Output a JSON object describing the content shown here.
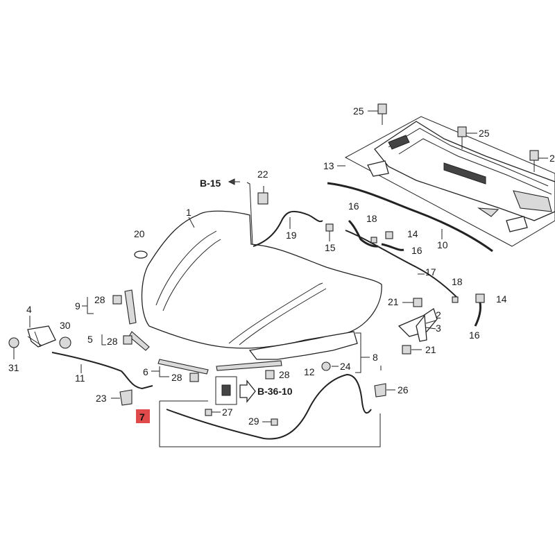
{
  "colors": {
    "highlight": "#e04a4a",
    "line": "#222222"
  },
  "labels": {
    "n1": "1",
    "n2": "2",
    "n3": "3",
    "n4": "4",
    "n5": "5",
    "n6": "6",
    "n7": "7",
    "n8": "8",
    "n9": "9",
    "n10": "10",
    "n11": "11",
    "n12": "12",
    "n13": "13",
    "n14a": "14",
    "n14b": "14",
    "n15": "15",
    "n16a": "16",
    "n16b": "16",
    "n16c": "16",
    "n17": "17",
    "n18a": "18",
    "n18b": "18",
    "n19": "19",
    "n20": "20",
    "n21a": "21",
    "n21b": "21",
    "n22": "22",
    "n23": "23",
    "n24": "24",
    "n25a": "25",
    "n25b": "25",
    "n25c": "2",
    "n26": "26",
    "n27": "27",
    "n28a": "28",
    "n28b": "28",
    "n28c": "28",
    "n28d": "28",
    "n29": "29",
    "n30": "30",
    "n31": "31"
  },
  "refs": {
    "b15": "B-15",
    "b3610": "B-36-10"
  }
}
